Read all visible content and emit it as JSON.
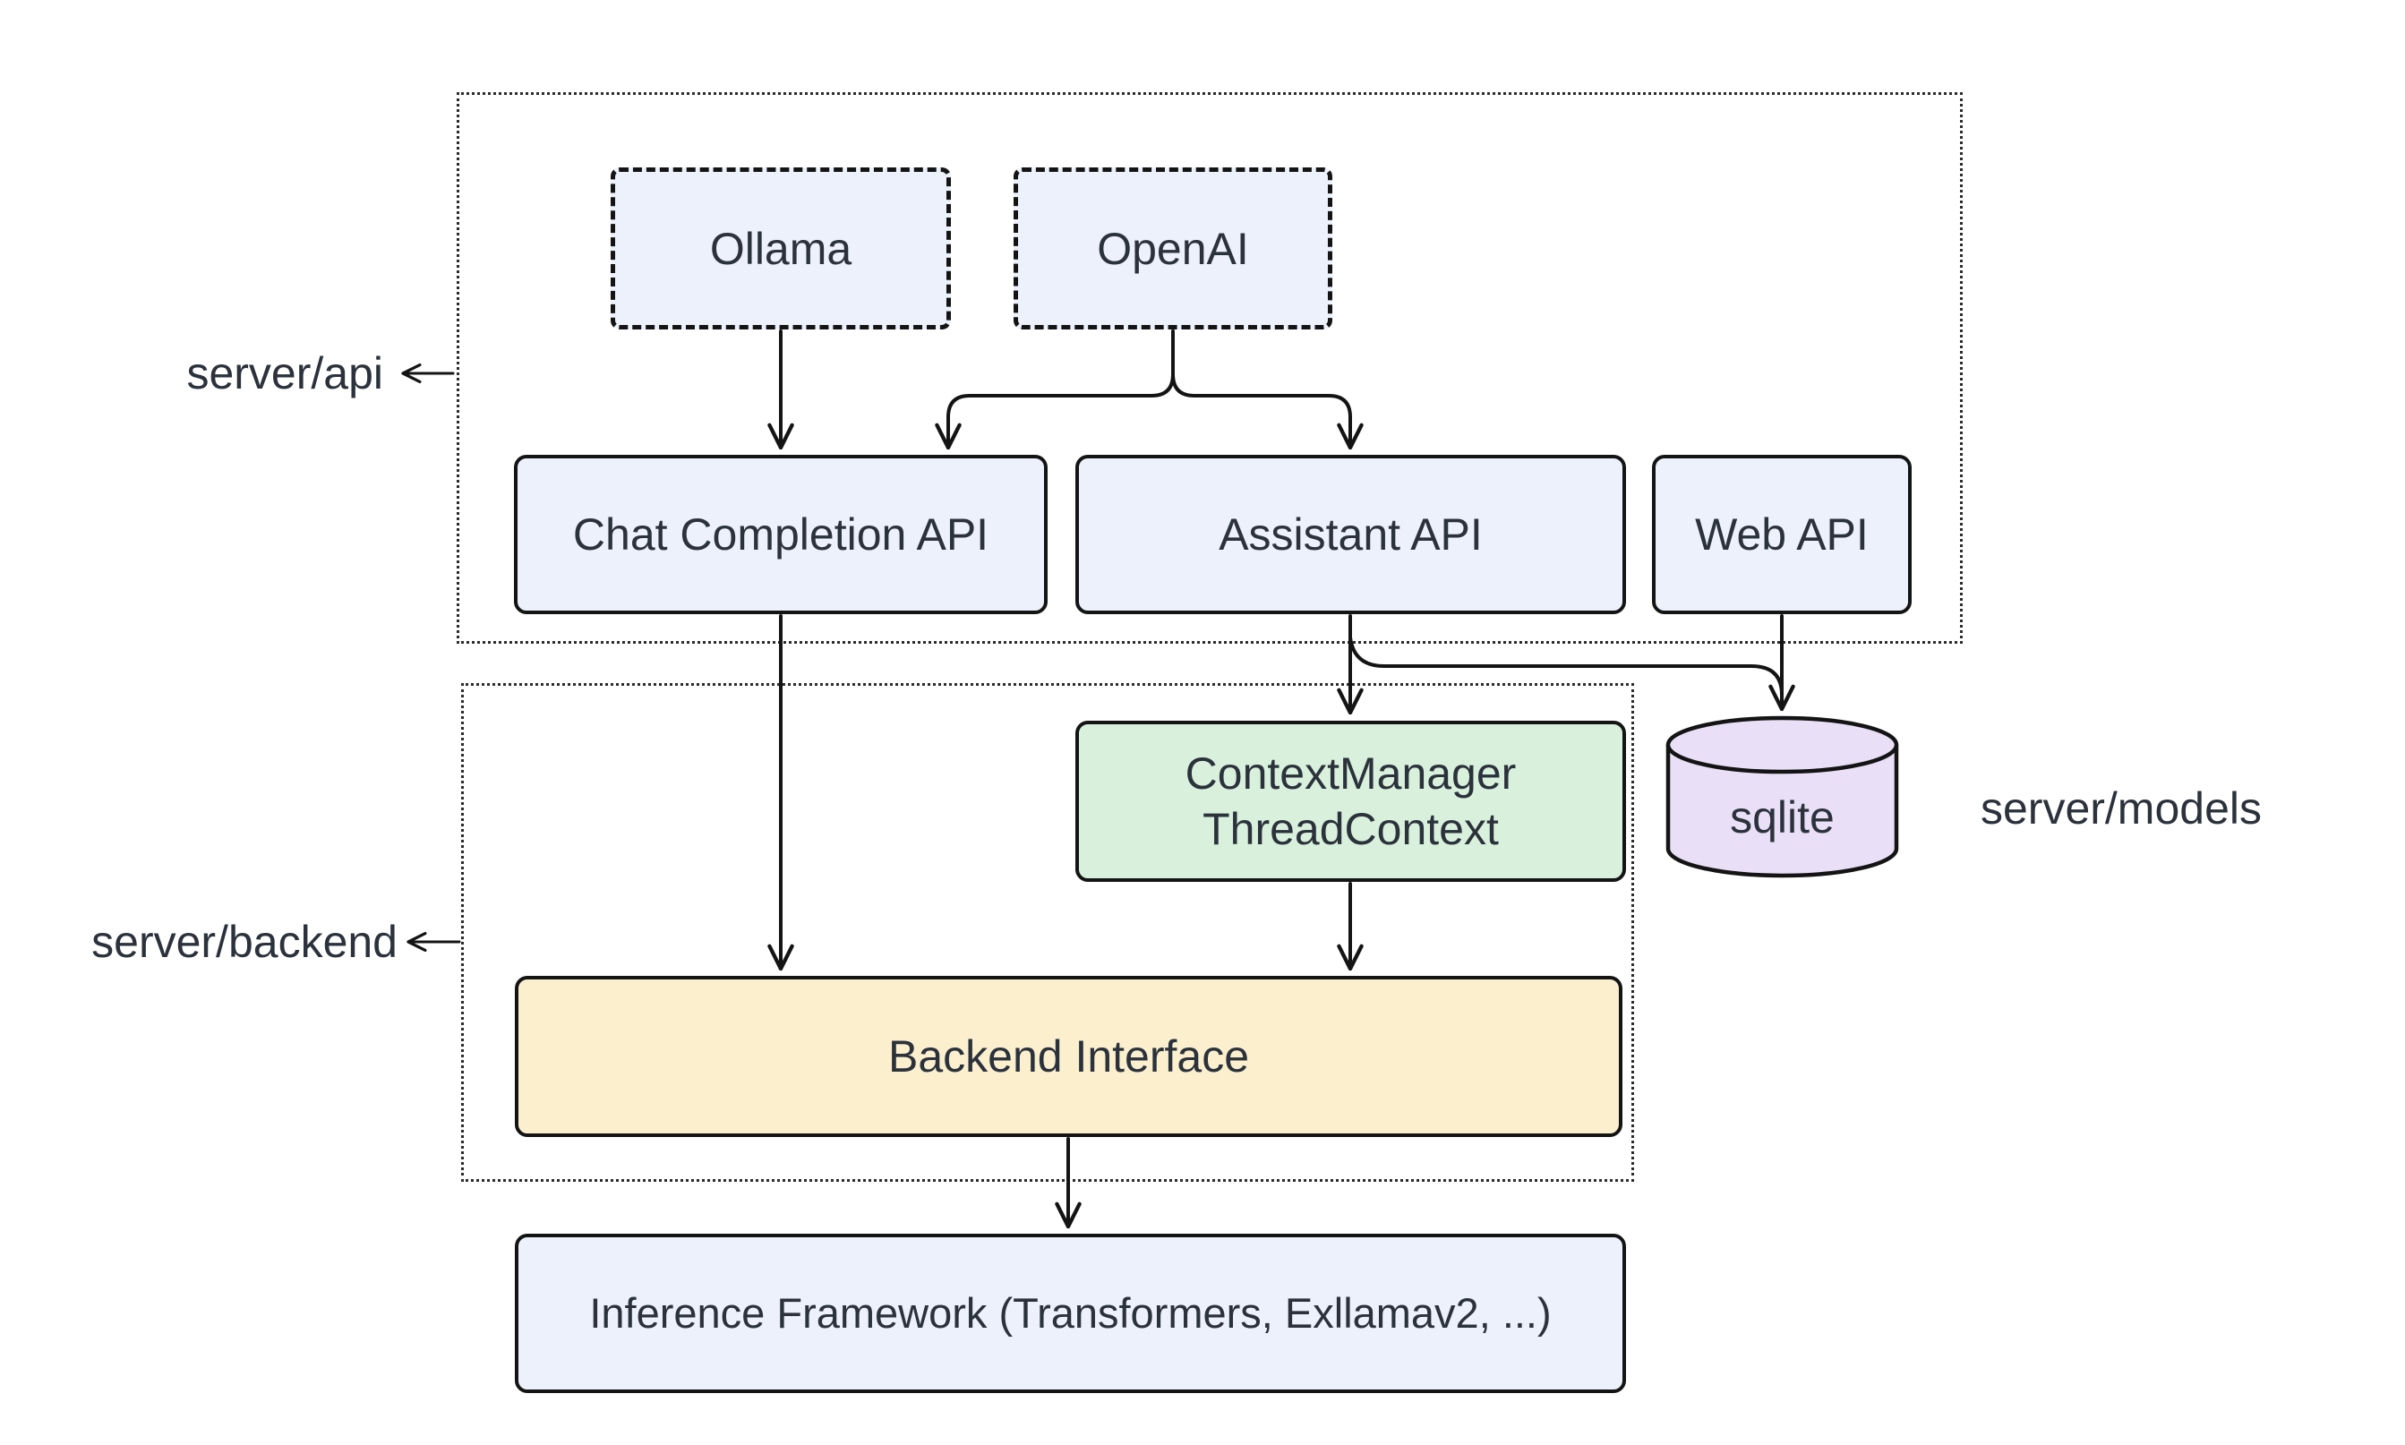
{
  "diagram": {
    "side_labels": {
      "server_api": "server/api",
      "server_backend": "server/backend",
      "server_models": "server/models"
    },
    "nodes": {
      "ollama": {
        "label": "Ollama"
      },
      "openai": {
        "label": "OpenAI"
      },
      "chat_completion_api": {
        "label": "Chat Completion API"
      },
      "assistant_api": {
        "label": "Assistant API"
      },
      "web_api": {
        "label": "Web API"
      },
      "context_manager": {
        "line1": "ContextManager",
        "line2": "ThreadContext"
      },
      "sqlite": {
        "label": "sqlite"
      },
      "backend_interface": {
        "label": "Backend Interface"
      },
      "inference_framework": {
        "label": "Inference Framework (Transformers, Exllamav2, ...)"
      }
    },
    "edges": [
      {
        "from": "Ollama",
        "to": "Chat Completion API"
      },
      {
        "from": "OpenAI",
        "to": "Chat Completion API"
      },
      {
        "from": "OpenAI",
        "to": "Assistant API"
      },
      {
        "from": "Chat Completion API",
        "to": "Backend Interface"
      },
      {
        "from": "Assistant API",
        "to": "ContextManager ThreadContext"
      },
      {
        "from": "Assistant API",
        "to": "sqlite"
      },
      {
        "from": "Web API",
        "to": "sqlite"
      },
      {
        "from": "ContextManager ThreadContext",
        "to": "Backend Interface"
      },
      {
        "from": "Backend Interface",
        "to": "Inference Framework (Transformers, Exllamav2, ...)"
      }
    ],
    "colors": {
      "node_blue": "#ECF1FB",
      "node_green": "#D9F1DC",
      "node_yellow": "#FBEFCE",
      "node_purple": "#E9DFF6",
      "stroke": "#141414",
      "dotted_group_border": "#2b2b2b",
      "text": "#2b323c",
      "background": "#ffffff"
    }
  }
}
